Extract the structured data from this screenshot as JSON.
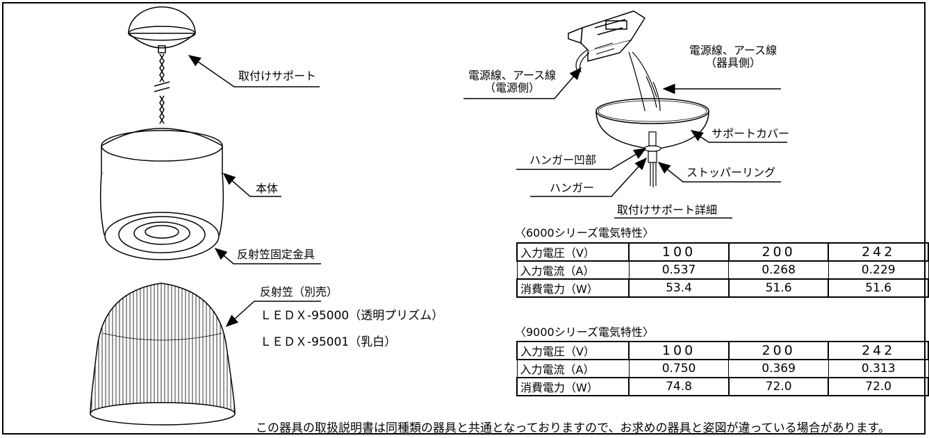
{
  "labels": {
    "support": "取付けサポート",
    "body": "本体",
    "reflector_bracket": "反射笠固定金具",
    "reflector": "反射笠（別売）",
    "reflector_model_1": "ＬＥＤＸ-95000（透明プリズム）",
    "reflector_model_2": "ＬＥＤＸ-95001（乳白）",
    "power_wire_source_l1": "電源線、アース線",
    "power_wire_source_l2": "（電源側）",
    "power_wire_fixture_l1": "電源線、アース線",
    "power_wire_fixture_l2": "（器具側）",
    "support_cover": "サポートカバー",
    "hanger_recess": "ハンガー凹部",
    "stopper_ring": "ストッパーリング",
    "hanger": "ハンガー",
    "support_detail": "取付けサポート詳細"
  },
  "tables": [
    {
      "title": "〈6000シリーズ電気特性〉",
      "rows": [
        {
          "label": "入力電圧（V）",
          "values": [
            "100",
            "200",
            "242"
          ]
        },
        {
          "label": "入力電流（A）",
          "values": [
            "0.537",
            "0.268",
            "0.229"
          ]
        },
        {
          "label": "消費電力（W）",
          "values": [
            "53.4",
            "51.6",
            "51.6"
          ]
        }
      ]
    },
    {
      "title": "〈9000シリーズ電気特性〉",
      "rows": [
        {
          "label": "入力電圧（V）",
          "values": [
            "100",
            "200",
            "242"
          ]
        },
        {
          "label": "入力電流（A）",
          "values": [
            "0.750",
            "0.369",
            "0.313"
          ]
        },
        {
          "label": "消費電力（W）",
          "values": [
            "74.8",
            "72.0",
            "72.0"
          ]
        }
      ]
    }
  ],
  "footer_note": "この器具の取扱説明書は同種類の器具と共通となっておりますので、お求めの器具と姿図が違っている場合があります。"
}
